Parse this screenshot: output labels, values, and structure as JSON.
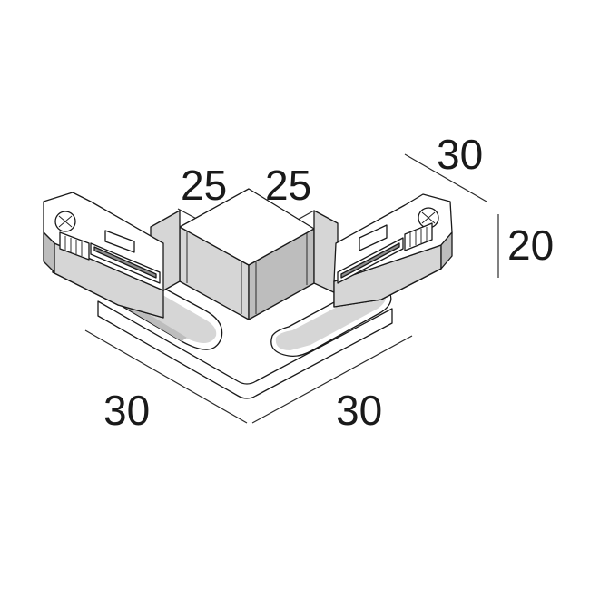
{
  "dimensions": {
    "top_left": "25",
    "top_right": "25",
    "top_depth": "30",
    "height": "20",
    "bottom_left": "30",
    "bottom_right": "30"
  }
}
